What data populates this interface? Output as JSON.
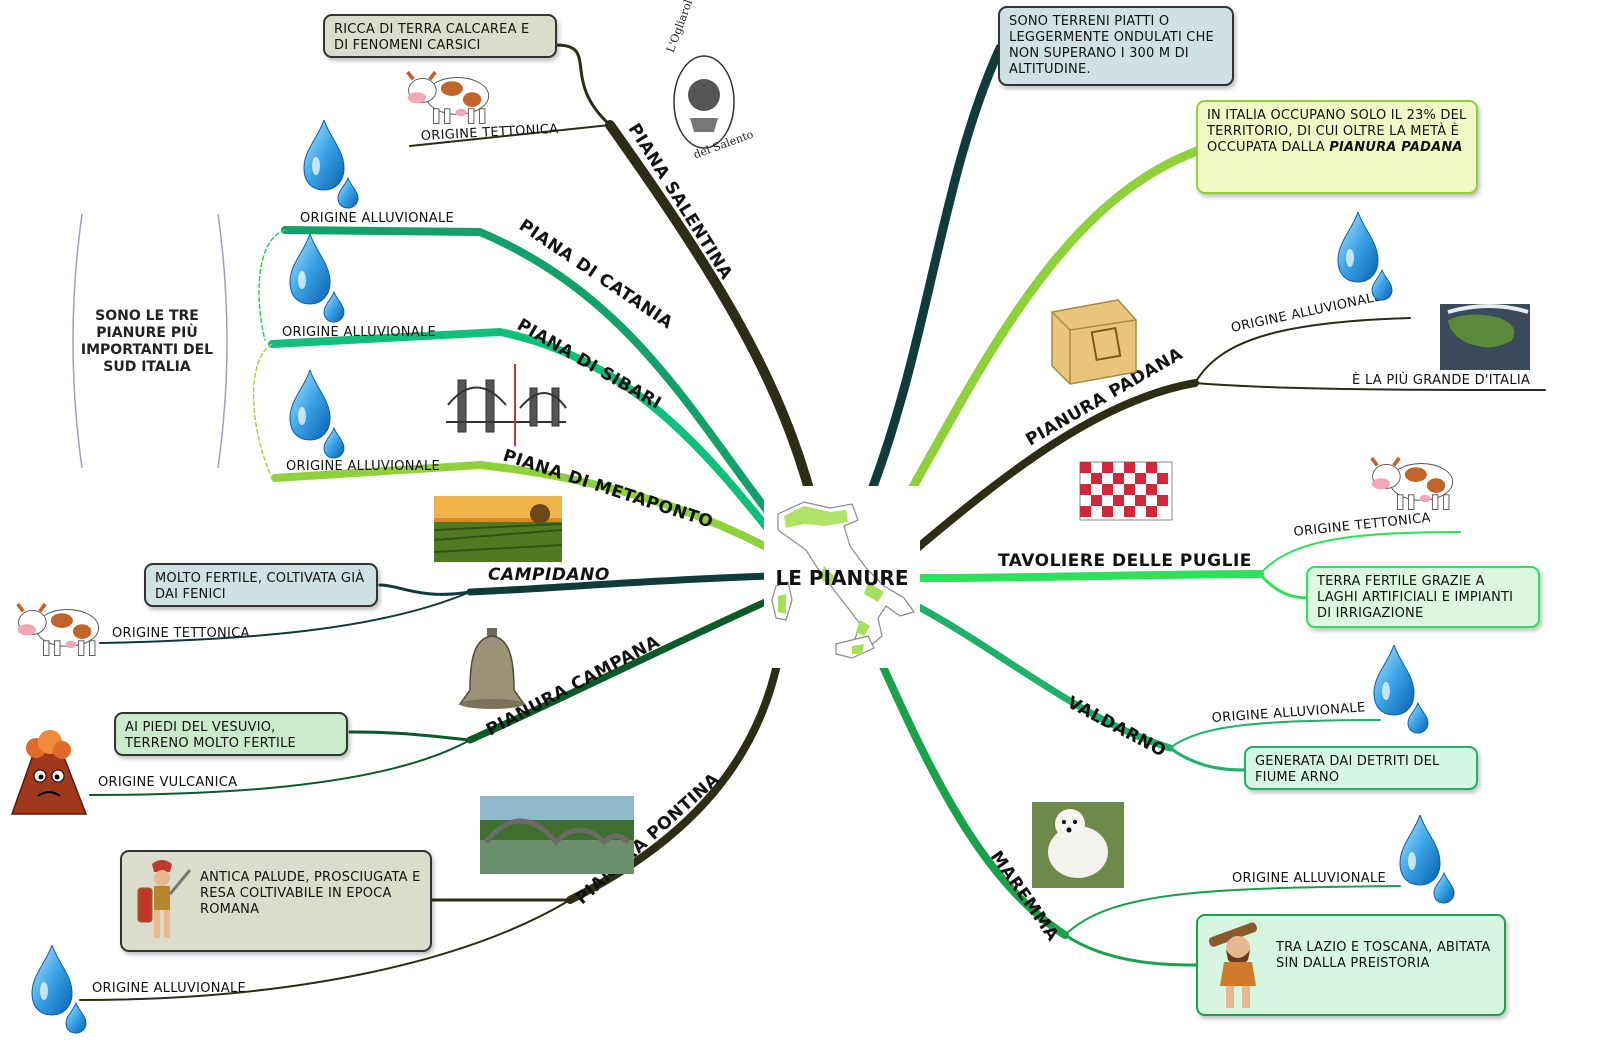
{
  "central": {
    "title": "LE PIANURE"
  },
  "colors": {
    "dark": "#2d2d14",
    "teal": "#0f3b3b",
    "green": "#1fb06a",
    "lime": "#8fd13a",
    "bright": "#2ee05a",
    "darkgreen": "#0b5a2a",
    "olive": "#3a3a1a"
  },
  "icons": [
    "water-drop-icon",
    "cow-icon",
    "volcano-icon",
    "bell-icon",
    "bridge-icon",
    "cheese-icon",
    "tablecloth-icon",
    "dog-icon",
    "soldier-icon",
    "caveman-icon",
    "landscape-icon",
    "satellite-icon",
    "italy-map-icon",
    "logo-icon"
  ],
  "branches": {
    "piana_salentina": {
      "label": "PIANA SALENTINA",
      "origin": "ORIGINE TETTONICA",
      "note": "RICCA DI TERRA CALCAREA E DI FENOMENI CARSICI"
    },
    "piana_catania": {
      "label": "PIANA DI CATANIA",
      "origin": "ORIGINE ALLUVIONALE"
    },
    "piana_sibari": {
      "label": "PIANA DI SIBARI",
      "origin": "ORIGINE ALLUVIONALE"
    },
    "piana_metaponto": {
      "label": "PIANA DI METAPONTO",
      "origin": "ORIGINE ALLUVIONALE"
    },
    "campidano": {
      "label": "CAMPIDANO",
      "origin": "ORIGINE TETTONICA",
      "note": "MOLTO FERTILE, COLTIVATA GIÀ DAI FENICI"
    },
    "pianura_campana": {
      "label": "PIANURA CAMPANA",
      "origin": "ORIGINE VULCANICA",
      "note": "AI PIEDI DEL VESUVIO, TERRENO MOLTO FERTILE"
    },
    "pianura_pontina": {
      "label": "PIANURA PONTINA",
      "origin": "ORIGINE ALLUVIONALE",
      "note": "ANTICA PALUDE, PROSCIUGATA E RESA COLTIVABILE IN EPOCA ROMANA"
    },
    "def_note": "SONO TERRENI PIATTI O LEGGERMENTE ONDULATI CHE NON SUPERANO I 300 M DI ALTITUDINE.",
    "italia_note_a": "IN ITALIA OCCUPANO SOLO IL 23% DEL TERRITORIO, DI CUI OLTRE LA METÀ È OCCUPATA DALLA ",
    "italia_note_b": "PIANURA PADANA",
    "pianura_padana": {
      "label": "PIANURA PADANA",
      "origin": "ORIGINE ALLUVIONALE",
      "note": "È LA PIÙ GRANDE D'ITALIA"
    },
    "tavoliere": {
      "label": "TAVOLIERE DELLE PUGLIE",
      "origin": "ORIGINE TETTONICA",
      "note": "TERRA FERTILE GRAZIE A LAGHI ARTIFICIALI E IMPIANTI DI IRRIGAZIONE"
    },
    "valdarno": {
      "label": "VALDARNO",
      "origin": "ORIGINE ALLUVIONALE",
      "note": "GENERATA DAI DETRITI DEL FIUME ARNO"
    },
    "maremma": {
      "label": "MAREMMA",
      "origin": "ORIGINE ALLUVIONALE",
      "note": "TRA LAZIO E TOSCANA, ABITATA SIN DALLA PREISTORIA"
    }
  },
  "bracket": {
    "text": "SONO LE TRE PIANURE PIÙ IMPORTANTI DEL SUD ITALIA"
  },
  "logo": {
    "line1": "L'Ogliarolo",
    "line2": "del Salento"
  }
}
